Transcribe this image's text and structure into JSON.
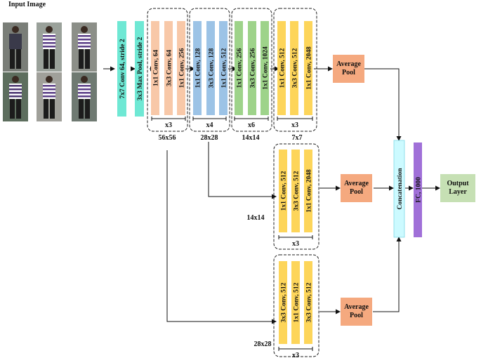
{
  "input": {
    "title": "Input Image",
    "person_colors": [
      {
        "shirt": "#3a3a4a",
        "pants": "#1c1c1c",
        "bg": "#7a7e78"
      },
      {
        "shirt": "#ffffff",
        "stripe": "#5a3d86",
        "pants": "#1c1c1c",
        "bg": "#9aa19a"
      },
      {
        "shirt": "#ffffff",
        "stripe": "#5a3d86",
        "pants": "#1c1c1c",
        "bg": "#8c8f88"
      },
      {
        "shirt": "#ffffff",
        "stripe": "#4a3570",
        "pants": "#1c1c1c",
        "bg": "#5d6e5e"
      },
      {
        "shirt": "#ffffff",
        "stripe": "#5a3d86",
        "pants": "#1c1c1c",
        "bg": "#a0a09a"
      },
      {
        "shirt": "#ffffff",
        "stripe": "#5a3d86",
        "pants": "#1c1c1c",
        "bg": "#6f7a72"
      }
    ]
  },
  "stem": {
    "conv": "7x7 Conv 64, stride 2",
    "pool": "3x3 Max Pool, stride 2"
  },
  "stage1": {
    "layers": [
      "1x1 Conv, 64",
      "3x3 Conv, 64",
      "1x1 Conv, 256"
    ],
    "repeat": "x3",
    "size": "56x56"
  },
  "stage2": {
    "layers": [
      "1x1 Conv, 128",
      "3x3 Conv, 128",
      "1x1 Conv, 512"
    ],
    "repeat": "x4",
    "size": "28x28"
  },
  "stage3": {
    "layers": [
      "1x1 Conv, 256",
      "3x3 Conv, 256",
      "1x1 Conv, 1024"
    ],
    "repeat": "x6",
    "size": "14x14"
  },
  "stage4": {
    "layers": [
      "1x1 Conv, 512",
      "3x3 Conv, 512",
      "1x1 Conv, 2048"
    ],
    "repeat": "x3",
    "size": "7x7"
  },
  "branch2": {
    "layers": [
      "1x1 Conv, 512",
      "3x3 Conv, 512",
      "1x1 Conv, 2048"
    ],
    "repeat": "x3",
    "size": "14x14"
  },
  "branch3": {
    "layers": [
      "3x3 Conv, 512",
      "1x1 Conv, 512",
      "3x3 Conv, 512"
    ],
    "repeat": "x3",
    "size": "28x28"
  },
  "avgpool": "Average Pool",
  "concat": "Concatenation",
  "fc": "FC, 1000",
  "output": "Output Layer",
  "colors": {
    "stem": "#6fe8d4",
    "stage1": "#f8c8a8",
    "stage2": "#9cc3e6",
    "stage3": "#9ed38a",
    "stage4": "#fdd55a",
    "pool": "#f5a97f",
    "concat": "#ccfaff",
    "fc": "#a070d8",
    "output": "#c6e0b4"
  }
}
